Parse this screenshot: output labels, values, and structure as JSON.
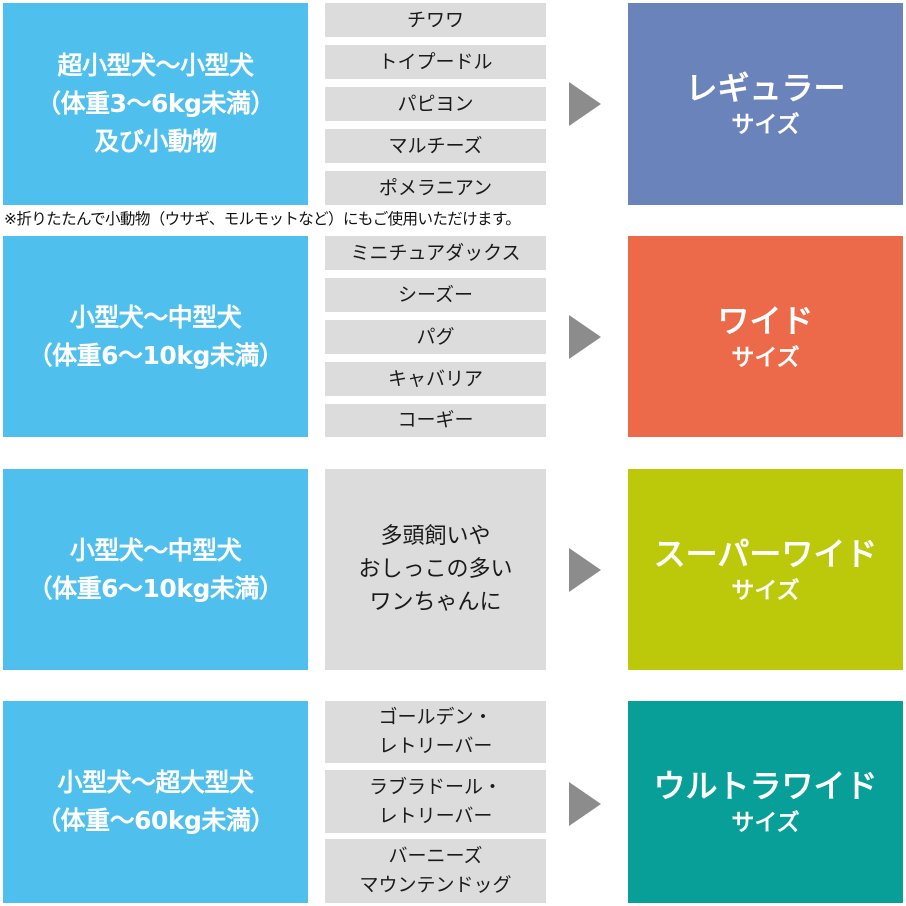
{
  "colors": {
    "category_bg": "#4fbfee",
    "breed_bg": "#dcdcdc",
    "arrow": "#8c8c8c",
    "regular": "#6b83bb",
    "wide": "#ec6a4a",
    "superwide": "#bcc90a",
    "ultrawide": "#079f98"
  },
  "rows": [
    {
      "category": [
        "超小型犬〜小型犬",
        "（体重3〜6kg未満）",
        "及び小動物"
      ],
      "breeds": [
        [
          "チワワ"
        ],
        [
          "トイプードル"
        ],
        [
          "パピヨン"
        ],
        [
          "マルチーズ"
        ],
        [
          "ポメラニアン"
        ]
      ],
      "size_name": "レギュラー",
      "size_suffix": "サイズ"
    },
    {
      "category": [
        "小型犬〜中型犬",
        "（体重6〜10kg未満）"
      ],
      "breeds": [
        [
          "ミニチュアダックス"
        ],
        [
          "シーズー"
        ],
        [
          "パグ"
        ],
        [
          "キャバリア"
        ],
        [
          "コーギー"
        ]
      ],
      "size_name": "ワイド",
      "size_suffix": "サイズ"
    },
    {
      "category": [
        "小型犬〜中型犬",
        "（体重6〜10kg未満）"
      ],
      "breeds": [
        [
          "多頭飼いや",
          "おしっこの多い",
          "ワンちゃんに"
        ]
      ],
      "size_name": "スーパーワイド",
      "size_suffix": "サイズ"
    },
    {
      "category": [
        "小型犬〜超大型犬",
        "（体重〜60kg未満）"
      ],
      "breeds": [
        [
          "ゴールデン・",
          "レトリーバー"
        ],
        [
          "ラブラドール・",
          "レトリーバー"
        ],
        [
          "バーニーズ",
          "マウンテンドッグ"
        ]
      ],
      "size_name": "ウルトラワイド",
      "size_suffix": "サイズ"
    }
  ],
  "note": "※折りたたんで小動物（ウサギ、モルモットなど）にもご使用いただけます。",
  "icons": {
    "arrow": "triangle-right-icon"
  }
}
